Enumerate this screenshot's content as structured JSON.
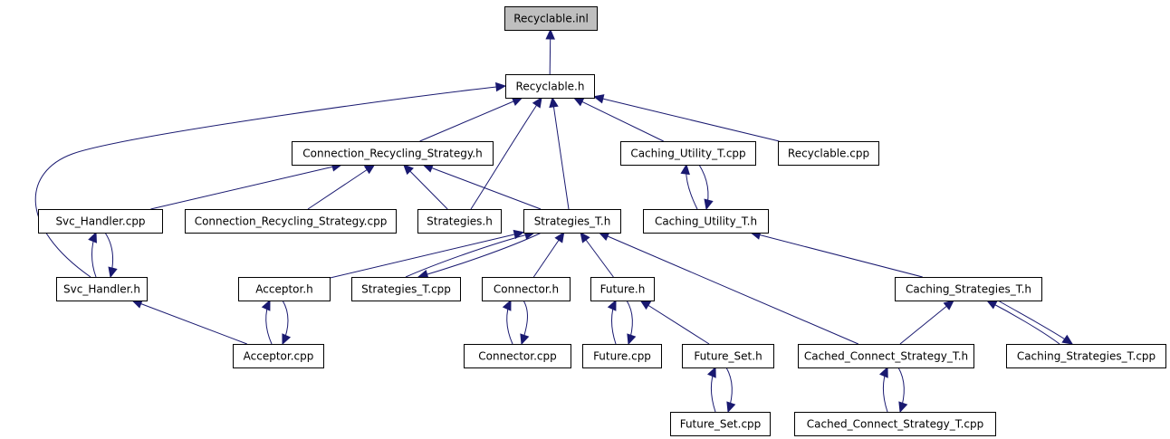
{
  "graph": {
    "root": "Recyclable.inl",
    "nodes": [
      {
        "id": "recyclable_inl",
        "label": "Recyclable.inl"
      },
      {
        "id": "recyclable_h",
        "label": "Recyclable.h"
      },
      {
        "id": "conn_recycling_strategy_h",
        "label": "Connection_Recycling_Strategy.h"
      },
      {
        "id": "caching_utility_t_cpp",
        "label": "Caching_Utility_T.cpp"
      },
      {
        "id": "recyclable_cpp",
        "label": "Recyclable.cpp"
      },
      {
        "id": "svc_handler_cpp",
        "label": "Svc_Handler.cpp"
      },
      {
        "id": "conn_recycling_strategy_cpp",
        "label": "Connection_Recycling_Strategy.cpp"
      },
      {
        "id": "strategies_h",
        "label": "Strategies.h"
      },
      {
        "id": "strategies_t_h",
        "label": "Strategies_T.h"
      },
      {
        "id": "caching_utility_t_h",
        "label": "Caching_Utility_T.h"
      },
      {
        "id": "svc_handler_h",
        "label": "Svc_Handler.h"
      },
      {
        "id": "acceptor_h",
        "label": "Acceptor.h"
      },
      {
        "id": "strategies_t_cpp",
        "label": "Strategies_T.cpp"
      },
      {
        "id": "connector_h",
        "label": "Connector.h"
      },
      {
        "id": "future_h",
        "label": "Future.h"
      },
      {
        "id": "caching_strategies_t_h",
        "label": "Caching_Strategies_T.h"
      },
      {
        "id": "acceptor_cpp",
        "label": "Acceptor.cpp"
      },
      {
        "id": "connector_cpp",
        "label": "Connector.cpp"
      },
      {
        "id": "future_cpp",
        "label": "Future.cpp"
      },
      {
        "id": "future_set_h",
        "label": "Future_Set.h"
      },
      {
        "id": "cached_connect_strategy_t_h",
        "label": "Cached_Connect_Strategy_T.h"
      },
      {
        "id": "caching_strategies_t_cpp",
        "label": "Caching_Strategies_T.cpp"
      },
      {
        "id": "future_set_cpp",
        "label": "Future_Set.cpp"
      },
      {
        "id": "cached_connect_strategy_t_cpp",
        "label": "Cached_Connect_Strategy_T.cpp"
      }
    ],
    "edges": [
      {
        "from": "recyclable_h",
        "to": "recyclable_inl"
      },
      {
        "from": "conn_recycling_strategy_h",
        "to": "recyclable_h"
      },
      {
        "from": "strategies_h",
        "to": "recyclable_h"
      },
      {
        "from": "strategies_t_h",
        "to": "recyclable_h"
      },
      {
        "from": "caching_utility_t_cpp",
        "to": "recyclable_h"
      },
      {
        "from": "recyclable_cpp",
        "to": "recyclable_h"
      },
      {
        "from": "svc_handler_h",
        "to": "recyclable_h"
      },
      {
        "from": "svc_handler_cpp",
        "to": "conn_recycling_strategy_h"
      },
      {
        "from": "conn_recycling_strategy_cpp",
        "to": "conn_recycling_strategy_h"
      },
      {
        "from": "strategies_h",
        "to": "conn_recycling_strategy_h"
      },
      {
        "from": "strategies_t_h",
        "to": "conn_recycling_strategy_h"
      },
      {
        "from": "caching_utility_t_h",
        "to": "caching_utility_t_cpp"
      },
      {
        "from": "caching_utility_t_cpp",
        "to": "caching_utility_t_h"
      },
      {
        "from": "svc_handler_h",
        "to": "svc_handler_cpp"
      },
      {
        "from": "svc_handler_cpp",
        "to": "svc_handler_h"
      },
      {
        "from": "acceptor_h",
        "to": "strategies_t_h"
      },
      {
        "from": "strategies_t_cpp",
        "to": "strategies_t_h"
      },
      {
        "from": "strategies_t_h",
        "to": "strategies_t_cpp"
      },
      {
        "from": "connector_h",
        "to": "strategies_t_h"
      },
      {
        "from": "future_h",
        "to": "strategies_t_h"
      },
      {
        "from": "cached_connect_strategy_t_h",
        "to": "strategies_t_h"
      },
      {
        "from": "caching_strategies_t_h",
        "to": "caching_utility_t_h"
      },
      {
        "from": "acceptor_cpp",
        "to": "svc_handler_h"
      },
      {
        "from": "acceptor_cpp",
        "to": "acceptor_h"
      },
      {
        "from": "acceptor_h",
        "to": "acceptor_cpp"
      },
      {
        "from": "connector_cpp",
        "to": "connector_h"
      },
      {
        "from": "connector_h",
        "to": "connector_cpp"
      },
      {
        "from": "future_cpp",
        "to": "future_h"
      },
      {
        "from": "future_h",
        "to": "future_cpp"
      },
      {
        "from": "future_set_h",
        "to": "future_h"
      },
      {
        "from": "cached_connect_strategy_t_h",
        "to": "caching_strategies_t_h"
      },
      {
        "from": "caching_strategies_t_cpp",
        "to": "caching_strategies_t_h"
      },
      {
        "from": "caching_strategies_t_h",
        "to": "caching_strategies_t_cpp"
      },
      {
        "from": "future_set_cpp",
        "to": "future_set_h"
      },
      {
        "from": "future_set_h",
        "to": "future_set_cpp"
      },
      {
        "from": "cached_connect_strategy_t_cpp",
        "to": "cached_connect_strategy_t_h"
      },
      {
        "from": "cached_connect_strategy_t_h",
        "to": "cached_connect_strategy_t_cpp"
      }
    ],
    "colors": {
      "edge": "#191970",
      "root_fill": "#bfbfbf",
      "node_fill": "#ffffff",
      "border": "#000000"
    }
  }
}
